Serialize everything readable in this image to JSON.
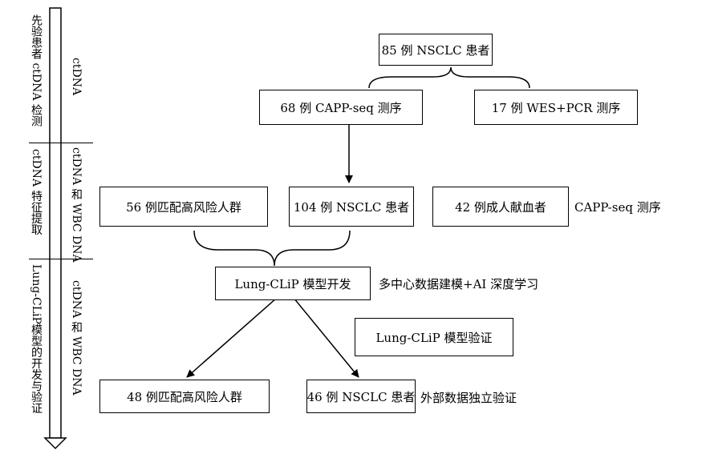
{
  "side_labels": {
    "col1": [
      "先验患者 ctDNA 检测",
      "ctDNA 特征提取",
      "Lung-CLiP模型的开发与验证"
    ],
    "col2": [
      "ctDNA",
      "ctDNA 和 WBC DNA",
      "ctDNA 和 WBC DNA"
    ]
  },
  "boxes": {
    "top": "85 例 NSCLC 患者",
    "capp_seq": "68 例 CAPP-seq 测序",
    "wes_pcr": "17 例 WES+PCR 测序",
    "high_risk_56": "56 例匹配高风险人群",
    "nsclc_104": "104 例 NSCLC 患者",
    "donors_42": "42 例成人献血者",
    "model_dev": "Lung-CLiP 模型开发",
    "model_val": "Lung-CLiP 模型验证",
    "high_risk_48": "48 例匹配高风险人群",
    "nsclc_46": "46 例 NSCLC 患者"
  },
  "notes": {
    "capp_seq": "CAPP-seq 测序",
    "ai": "多中心数据建模+AI 深度学习",
    "external": "外部数据独立验证"
  }
}
